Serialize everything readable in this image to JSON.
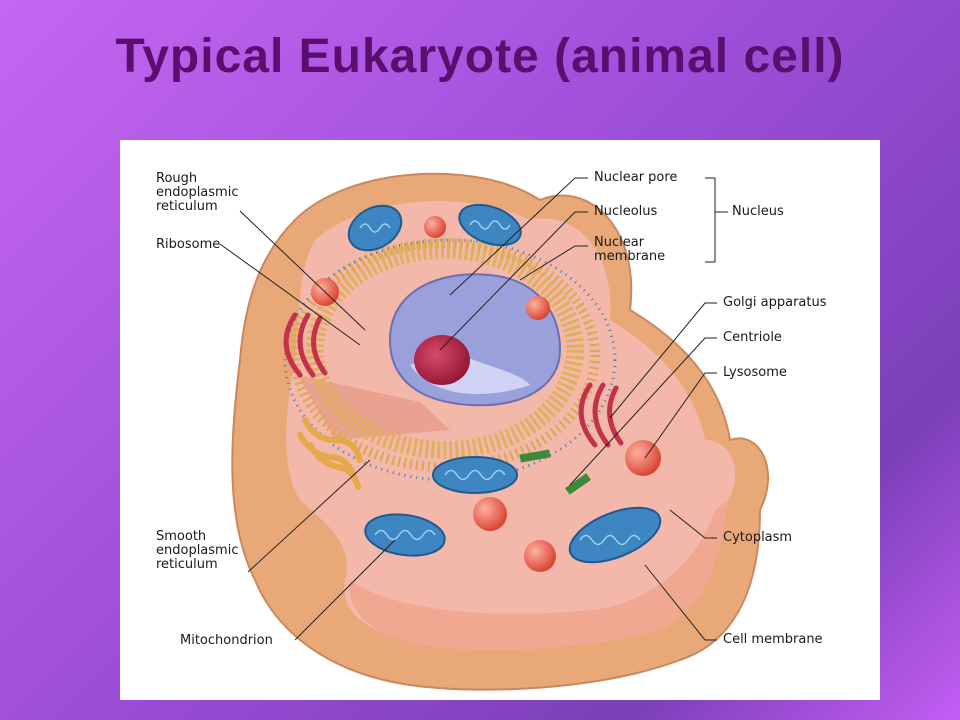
{
  "title": "Typical Eukaryote (animal cell)",
  "labels": {
    "rough_er": "Rough endoplasmic reticulum",
    "ribosome": "Ribosome",
    "smooth_er": "Smooth endoplasmic reticulum",
    "mitochondrion": "Mitochondrion",
    "nuclear_pore": "Nuclear pore",
    "nucleolus": "Nucleolus",
    "nuclear_membrane": "Nuclear membrane",
    "nucleus": "Nucleus",
    "golgi": "Golgi apparatus",
    "centriole": "Centriole",
    "lysosome": "Lysosome",
    "cytoplasm": "Cytoplasm",
    "cell_membrane": "Cell membrane"
  },
  "colors": {
    "background_start": "#c566f2",
    "background_end": "#7b3fb8",
    "title_color": "#5a0f6e",
    "cell_outer": "#e8a878",
    "cytoplasm": "#f2b6a8",
    "nucleus": "#b8bde8",
    "nucleolus": "#b0203f",
    "mitochondrion": "#3d86c2",
    "lysosome": "#e0483a",
    "golgi": "#c4324a",
    "smooth_er": "#e6a84a",
    "centriole": "#3a8a3a"
  }
}
